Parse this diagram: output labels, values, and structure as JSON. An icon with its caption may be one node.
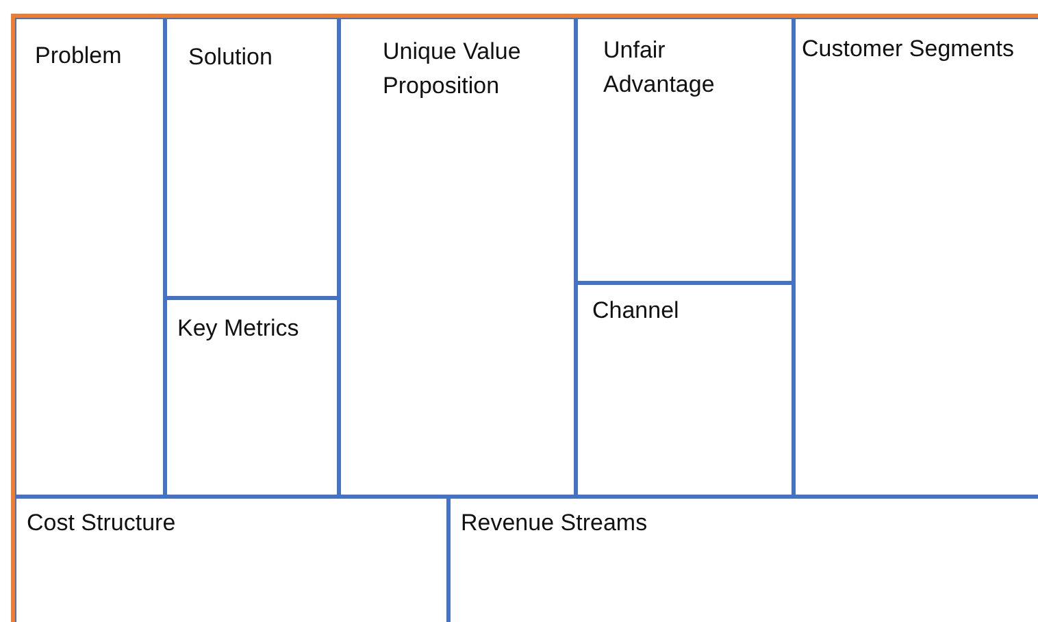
{
  "diagram": {
    "nodes": [
      {
        "text": [
          "Problem"
        ]
      },
      {
        "text": [
          "Solution"
        ]
      },
      {
        "text": [
          "Key Metrics"
        ]
      },
      {
        "text": [
          "Unique Value Proposition"
        ]
      },
      {
        "text": [
          "Unfair Advantage"
        ]
      },
      {
        "text": [
          "Channel"
        ]
      },
      {
        "text": [
          "Customer Segments"
        ]
      },
      {
        "text": [
          "Cost Structure"
        ]
      },
      {
        "text": [
          "Revenue Streams"
        ]
      }
    ]
  }
}
